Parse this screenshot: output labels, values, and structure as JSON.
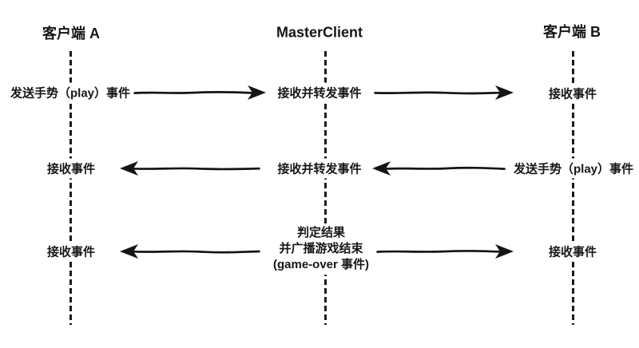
{
  "diagram": {
    "type": "sequence-diagram",
    "background_color": "#ffffff",
    "ink_color": "#161616",
    "actors": {
      "client_a": "客户端 A",
      "master": "MasterClient",
      "client_b": "客户端 B"
    },
    "row1": {
      "client_a_label": "发送手势（play）事件",
      "master_label": "接收并转发事件",
      "client_b_label": "接收事件"
    },
    "row2": {
      "client_a_label": "接收事件",
      "master_label": "接收并转发事件",
      "client_b_label": "发送手势（play）事件"
    },
    "row3": {
      "client_a_label": "接收事件",
      "master_label_line1": "判定结果",
      "master_label_line2": "并广播游戏结束",
      "master_label_line3": "(game-over 事件)",
      "client_b_label": "接收事件"
    },
    "flows": [
      {
        "row": 1,
        "from": "client_a",
        "to": "master",
        "direction": "right"
      },
      {
        "row": 1,
        "from": "master",
        "to": "client_b",
        "direction": "right"
      },
      {
        "row": 2,
        "from": "client_b",
        "to": "master",
        "direction": "left"
      },
      {
        "row": 2,
        "from": "master",
        "to": "client_a",
        "direction": "left"
      },
      {
        "row": 3,
        "from": "master",
        "to": "client_a",
        "direction": "left"
      },
      {
        "row": 3,
        "from": "master",
        "to": "client_b",
        "direction": "right"
      }
    ]
  }
}
